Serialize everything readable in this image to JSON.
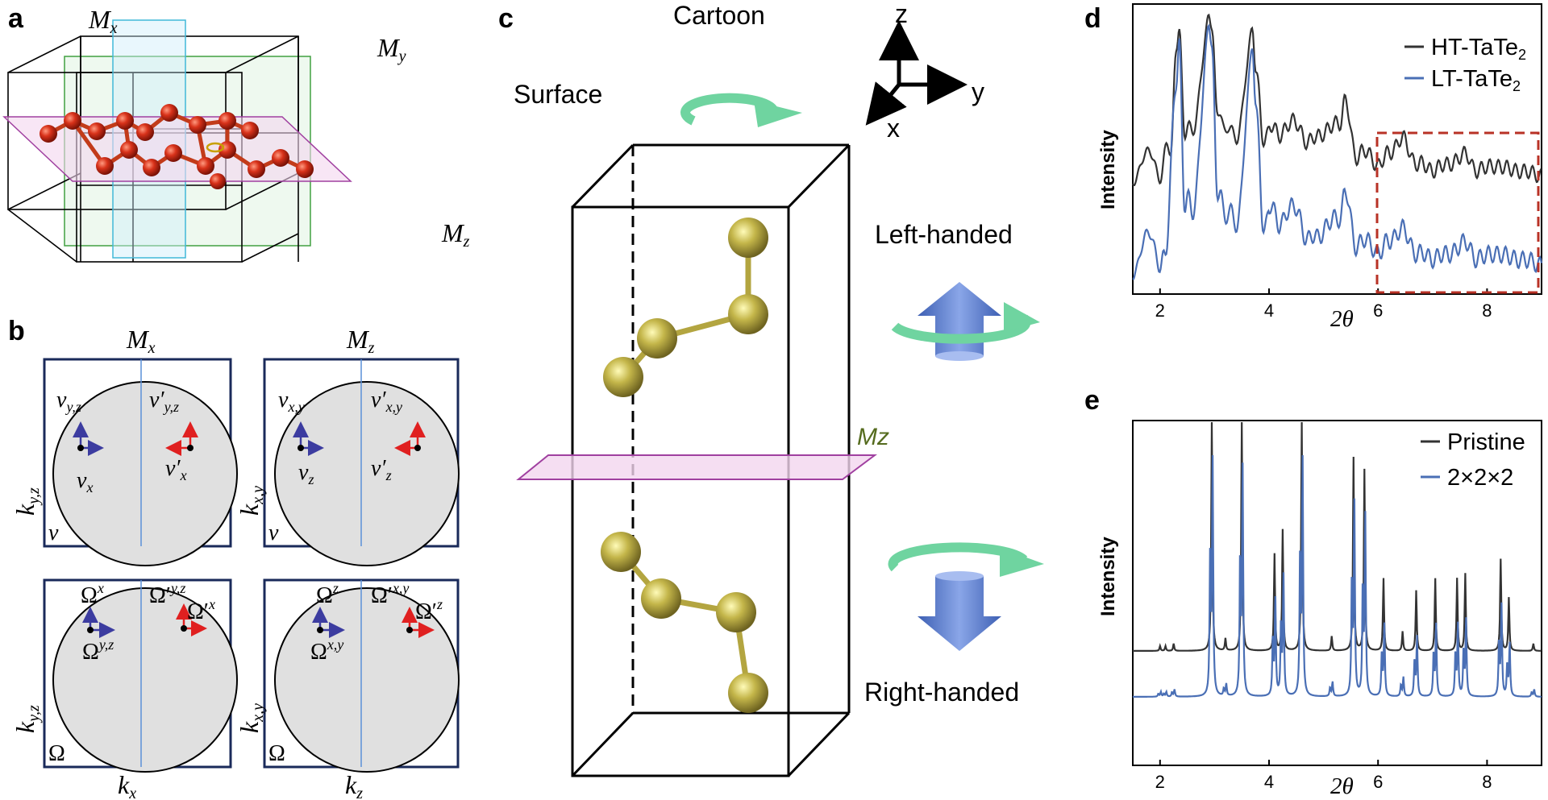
{
  "panels": {
    "a": "a",
    "b": "b",
    "c": "c",
    "d": "d",
    "e": "e"
  },
  "panel_a": {
    "mx": "M",
    "mx_sub": "x",
    "my": "M",
    "my_sub": "y",
    "mz": "M",
    "mz_sub": "z"
  },
  "panel_b": {
    "col1_title": "M",
    "col1_title_sub": "x",
    "col2_title": "M",
    "col2_title_sub": "z",
    "row_label_yz": "k",
    "row_label_yz_sub": "y,z",
    "row_label_xy": "k",
    "row_label_xy_sub": "x,y",
    "bottom_kx": "k",
    "bottom_kx_sub": "x",
    "bottom_kz": "k",
    "bottom_kz_sub": "z",
    "nu": "ν",
    "omega": "Ω",
    "nu_yz": "ν",
    "nu_yz_sub": "y,z",
    "nu_p_yz": "ν′",
    "nu_p_yz_sub": "y,z",
    "nu_x": "ν",
    "nu_x_sub": "x",
    "nu_p_x": "ν′",
    "nu_p_x_sub": "x",
    "nu_xy": "ν",
    "nu_xy_sub": "x,y",
    "nu_p_xy": "ν′",
    "nu_p_xy_sub": "x,y",
    "nu_z": "ν",
    "nu_z_sub": "z",
    "nu_p_z": "ν′",
    "nu_p_z_sub": "z",
    "om_x": "Ω",
    "om_x_sup": "x",
    "om_yz": "Ω",
    "om_yz_sup": "y,z",
    "om_p_yz": "Ω′",
    "om_p_yz_sup": "y,z",
    "om_p_x": "Ω′",
    "om_p_x_sup": "x",
    "om_z": "Ω",
    "om_z_sup": "z",
    "om_xy": "Ω",
    "om_xy_sup": "x,y",
    "om_p_xy": "Ω′",
    "om_p_xy_sup": "x,y",
    "om_p_z": "Ω′",
    "om_p_z_sup": "z"
  },
  "panel_c": {
    "cartoon": "Cartoon",
    "surface": "Surface",
    "left_handed": "Left-handed",
    "right_handed": "Right-handed",
    "mz": "Mz",
    "axis_z": "z",
    "axis_y": "y",
    "axis_x": "x"
  },
  "colors": {
    "black_curve": "#333333",
    "blue_curve": "#4a6fb5",
    "dashed_box": "#b83226",
    "mz_plane": "#f3d6ef",
    "mz_edge": "#a040a0",
    "atom_red": "#cc2a14",
    "atom_gold": "#b3a540",
    "arrow_green": "#6fd4a0",
    "arrow_blue": "#5577cc"
  },
  "chart_data": [
    {
      "type": "line",
      "panel": "d",
      "xlabel": "2θ",
      "ylabel": "Intensity",
      "xlim": [
        1.5,
        9.0
      ],
      "xticks": [
        2,
        4,
        6,
        8
      ],
      "legend_position": "top-right",
      "series": [
        {
          "name": "HT-TaTe",
          "name_sub": "2",
          "x": [
            1.5,
            2.0,
            2.2,
            2.3,
            2.35,
            2.45,
            2.6,
            2.9,
            2.95,
            3.05,
            3.2,
            3.4,
            3.7,
            3.75,
            3.9,
            4.2,
            4.45,
            4.7,
            4.9,
            5.3,
            5.4,
            5.6,
            6.0,
            6.2,
            6.45,
            6.7,
            7.0,
            7.3,
            7.6,
            7.8,
            8.2,
            8.6,
            9.0
          ],
          "y": [
            0.25,
            0.25,
            0.32,
            0.85,
            1.0,
            0.4,
            0.45,
            1.0,
            0.95,
            0.5,
            0.45,
            0.42,
            0.98,
            0.7,
            0.4,
            0.45,
            0.52,
            0.42,
            0.45,
            0.5,
            0.62,
            0.35,
            0.32,
            0.38,
            0.45,
            0.33,
            0.3,
            0.33,
            0.38,
            0.3,
            0.32,
            0.3,
            0.28
          ]
        },
        {
          "name": "LT-TaTe",
          "name_sub": "2",
          "x": [
            1.5,
            2.0,
            2.1,
            2.3,
            2.35,
            2.45,
            2.6,
            2.9,
            2.95,
            3.05,
            3.2,
            3.4,
            3.7,
            3.75,
            3.9,
            4.2,
            4.45,
            4.7,
            4.9,
            5.3,
            5.4,
            5.6,
            6.0,
            6.2,
            6.45,
            6.7,
            7.0,
            7.3,
            7.6,
            7.8,
            8.2,
            8.6,
            9.0
          ],
          "y": [
            0.02,
            0.03,
            0.08,
            0.7,
            1.0,
            0.2,
            0.22,
            1.0,
            0.9,
            0.25,
            0.2,
            0.18,
            0.95,
            0.6,
            0.15,
            0.2,
            0.28,
            0.15,
            0.16,
            0.22,
            0.35,
            0.12,
            0.1,
            0.15,
            0.2,
            0.1,
            0.08,
            0.1,
            0.15,
            0.08,
            0.1,
            0.08,
            0.06
          ]
        }
      ]
    },
    {
      "type": "line",
      "panel": "e",
      "xlabel": "2θ",
      "ylabel": "Intensity",
      "xlim": [
        1.5,
        9.0
      ],
      "xticks": [
        2,
        4,
        6,
        8
      ],
      "legend_position": "top-right",
      "series": [
        {
          "name": "Pristine",
          "peaks": [
            [
              2.0,
              0.02
            ],
            [
              2.1,
              0.02
            ],
            [
              2.25,
              0.03
            ],
            [
              2.95,
              1.0
            ],
            [
              3.2,
              0.05
            ],
            [
              3.5,
              0.95
            ],
            [
              4.1,
              0.4
            ],
            [
              4.25,
              0.5
            ],
            [
              4.6,
              0.98
            ],
            [
              5.15,
              0.06
            ],
            [
              5.55,
              0.8
            ],
            [
              5.75,
              0.75
            ],
            [
              6.1,
              0.3
            ],
            [
              6.45,
              0.08
            ],
            [
              6.7,
              0.25
            ],
            [
              7.05,
              0.3
            ],
            [
              7.45,
              0.3
            ],
            [
              7.6,
              0.32
            ],
            [
              8.25,
              0.38
            ],
            [
              8.4,
              0.22
            ],
            [
              8.85,
              0.03
            ]
          ]
        },
        {
          "name": "2×2×2",
          "peaks": [
            [
              2.0,
              0.02
            ],
            [
              2.1,
              0.02
            ],
            [
              2.25,
              0.03
            ],
            [
              2.95,
              1.0
            ],
            [
              3.2,
              0.05
            ],
            [
              3.5,
              0.95
            ],
            [
              4.1,
              0.4
            ],
            [
              4.25,
              0.5
            ],
            [
              4.6,
              0.98
            ],
            [
              5.15,
              0.06
            ],
            [
              5.55,
              0.8
            ],
            [
              5.75,
              0.75
            ],
            [
              6.1,
              0.3
            ],
            [
              6.45,
              0.08
            ],
            [
              6.7,
              0.25
            ],
            [
              7.05,
              0.3
            ],
            [
              7.45,
              0.3
            ],
            [
              7.6,
              0.32
            ],
            [
              8.25,
              0.38
            ],
            [
              8.4,
              0.22
            ],
            [
              8.85,
              0.03
            ]
          ]
        }
      ]
    }
  ]
}
